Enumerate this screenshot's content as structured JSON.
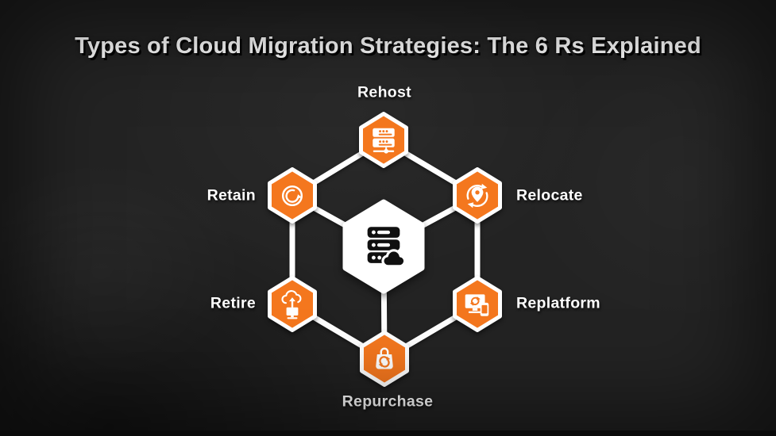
{
  "title": "Types of Cloud Migration Strategies: The 6 Rs Explained",
  "colors": {
    "background": "#232323",
    "accent": "#f4771e",
    "connector": "#ffffff",
    "hexagon_border": "#ffffff",
    "center_hexagon_fill": "#ffffff",
    "center_icon": "#101010",
    "text": "#ffffff"
  },
  "diagram": {
    "center": {
      "icon": "server-cloud-icon"
    },
    "nodes": [
      {
        "id": "rehost",
        "label": "Rehost",
        "icon": "server-rack-icon",
        "label_position": "top"
      },
      {
        "id": "relocate",
        "label": "Relocate",
        "icon": "location-pin-sync-icon",
        "label_position": "right"
      },
      {
        "id": "replatform",
        "label": "Replatform",
        "icon": "monitor-sync-phone-icon",
        "label_position": "right"
      },
      {
        "id": "repurchase",
        "label": "Repurchase",
        "icon": "shopping-bag-sync-icon",
        "label_position": "bottom"
      },
      {
        "id": "retire",
        "label": "Retire",
        "icon": "cloud-upload-monitor-icon",
        "label_position": "left"
      },
      {
        "id": "retain",
        "label": "Retain",
        "icon": "circular-return-arrow-icon",
        "label_position": "left"
      }
    ]
  }
}
